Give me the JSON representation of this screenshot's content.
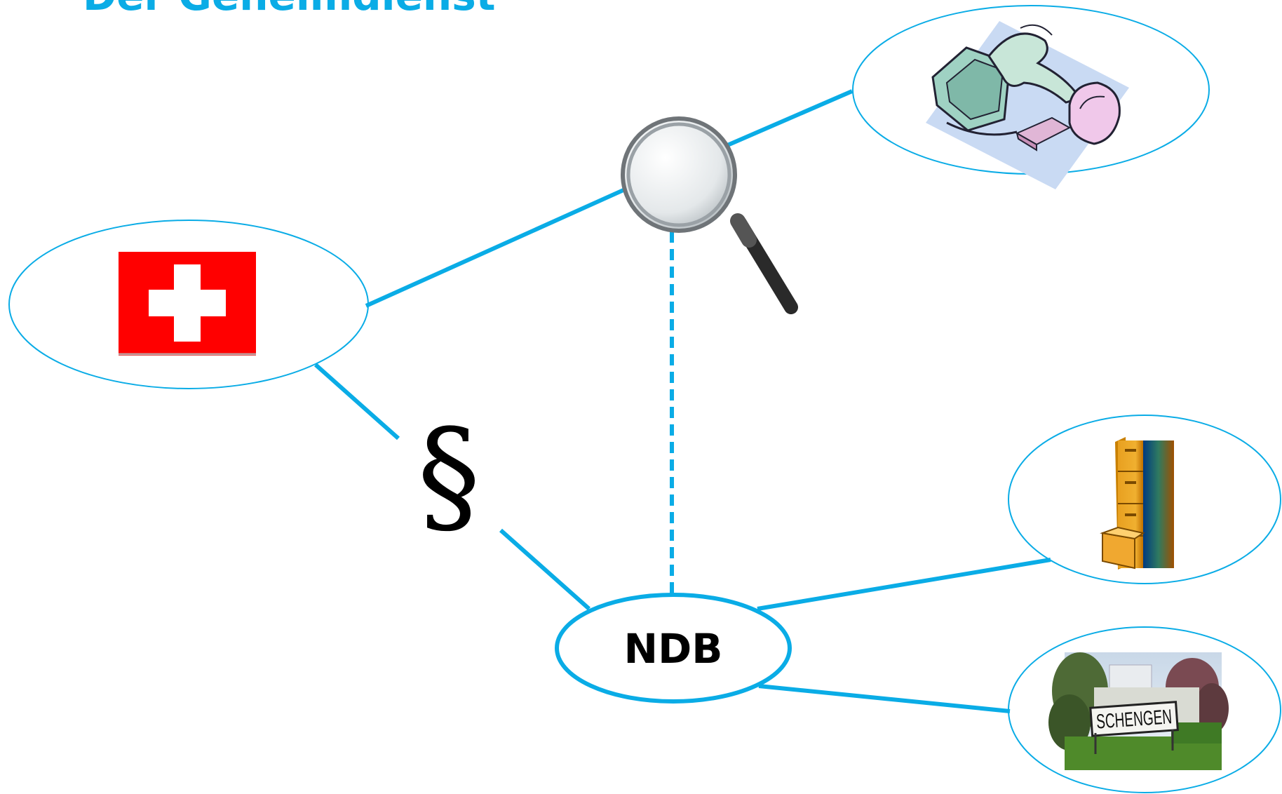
{
  "header": {
    "title": "Der Geheimdienst"
  },
  "diagram": {
    "center_label": "NDB",
    "law_symbol": "§",
    "schengen_sign": "SCHENGEN",
    "nodes": [
      {
        "id": "switzerland",
        "icon": "swiss-flag-icon"
      },
      {
        "id": "surveillance",
        "icon": "magnifier-icon"
      },
      {
        "id": "hacker",
        "icon": "computer-search-icon"
      },
      {
        "id": "archive",
        "icon": "filing-cabinet-icon"
      },
      {
        "id": "schengen",
        "icon": "schengen-sign-photo"
      }
    ],
    "colors": {
      "line": "#0aace6",
      "flag_red": "#ff0000",
      "flag_white": "#ffffff",
      "text": "#000000"
    }
  }
}
